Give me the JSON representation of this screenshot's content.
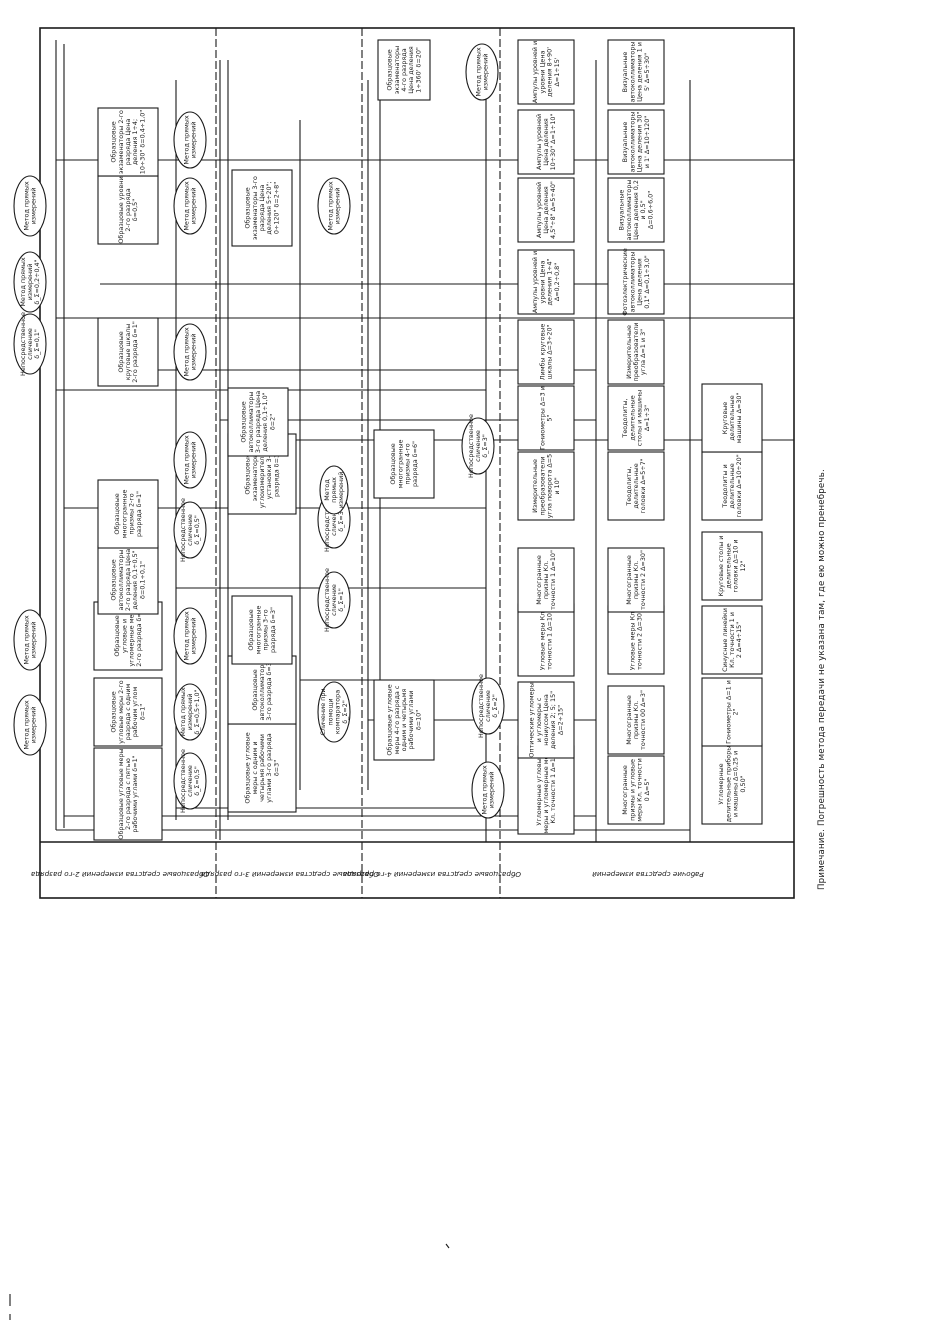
{
  "note": "Примечание. Погрешность метода передачи не указана там, где ею можно пренебречь.",
  "row_labels": [
    "Образцовые средства измерений 2-го разряда",
    "Образцовые средства измерений 3-го разряда",
    "Образцовые средства измерений 4-го разряда",
    "Рабочие средства измерений"
  ],
  "top_row_nodes": [
    "Образцовые угловые меры 2-го разряда с пятью рабочими углами δ=1\"",
    "Образцовые угловые меры 2-го разряда с одним рабочим углом δ=1\"",
    "Образцовые угловые и угломерные меры 2-го разряда δ=1\"",
    "Образцовые автоколлиматоры 2-го разряда Цена деления 0,1÷0,5\" δ=0,1÷0,1\"",
    "Образцовые многогранные призмы 2-го разряда δ=1\"",
    "Образцовые круговые шкалы 2-го разряда δ=1\"",
    "Образцовые уровни 2-го разряда δ=0,5\"",
    "Образцовые экзаменаторы 2-го разряда Цена деления 1÷4; 10÷30\" δ=0,4÷1,0\""
  ],
  "top_methods": [
    "Метод прямых измерений",
    "Метод прямых измерений",
    "Непосредственное сличение δ_Σ=0,1\"",
    "Метод прямых измерений δ_Σ=0,2÷0,4\"",
    "Метод прямых измерений"
  ],
  "grade3_methods": [
    "Непосредственное сличение δ_Σ=0,5\"",
    "Метод прямых измерений δ_Σ=0,5÷1,0\"",
    "Метод прямых измерений",
    "Непосредственное сличение δ_Σ=0,5\"",
    "Метод прямых измерений",
    "Метод прямых измерений",
    "Метод прямых измерений",
    "Метод прямых измерений"
  ],
  "grade3_nodes": [
    "Образцовые угловые меры с одним и четырьмя рабочими углами 3-го разряда δ=3\"",
    "Образцовые автоколлиматоры 3-го разряда δ=3\"",
    "Образцовые многогранные призмы 3-го разряда δ=3\"",
    "Образцовые экзаменаторы и углоизмерительные установки 3-го разряда δ=3\"",
    "Образцовые автоколлиматоры 3-го разряда Цена деления 0,1÷1,0\" δ=2\"",
    "Образцовые экзаменаторы 3-го разряда Цена деления 5÷20\"; 0÷120\" δ=2÷8\"",
    "Образцовые экзаменаторы 4-го разряда Цена деления 1÷360' δ=20\""
  ],
  "grade4_methods": [
    "Сличение при помощи компаратора δ_Σ=2\"",
    "Непосредственное сличение δ_Σ=1\"",
    "Непосредственное сличение δ_Σ=3\"",
    "Метод прямых измерений",
    "Метод прямых измерений",
    "Метод прямых измерений",
    "Непосредственное сличение δ_Σ=2\"",
    "Метод прямых измерений"
  ],
  "grade4_nodes": [
    "Образцовые угловые меры 4-го разряда с одним и четырьмя рабочими углами δ=10\"",
    "Образцовые многогранные призмы 4-го разряда δ=6\""
  ],
  "working_row1": [
    "Угломерные угловые меры и угломерные меры Кл. точности 1 Δ=1'",
    "Оптические угломеры и угломеры с нониусом Цена деления 2; 5; 15\" Δ=2÷15\"",
    "Угловые меры Кл. точности 1 Δ=10\"",
    "Многогранные призмы Кл. точности 1 Δ=10\"",
    "Измерительные преобразователи угла поворота Δ=5 и 10\"",
    "Гониометры Δ=3 и 5\"",
    "Лимбы круговые шкалы Δ=3÷20\"",
    "Ампулы уровней и уровни Цена деления 1÷4\" Δ=0,2÷0,8\"",
    "Ампулы уровней Цена деления 4,5\"÷8\" Δ=5÷40\"",
    "Ампулы уровней Цена деления 10÷30\" Δ=1÷10\"",
    "Ампулы уровней и уровни Цена деления 8÷90' Δ=1÷15'"
  ],
  "working_row2": [
    "Многогранные призмы и угловые меры Кл. точности 0 Δ=5\"",
    "Многогранные призмы Кл. точности 00 Δ=3\"",
    "Угловые меры Кл. точности 2 Δ=30\"",
    "Многогранные призмы Кл. точности 2 Δ=30\"",
    "Теодолиты, делительные головки Δ=5÷7\"",
    "Теодолиты, делительные столы и машины Δ=1÷3\"",
    "Измерительные преобразователи угла Δ=1 и 3\"",
    "Фотоэлектрические автоколлиматоры Цена деления 0,1\" Δ=0,1÷3,0\"",
    "Визуальные автоколлиматоры Цена деления 0,2 и 0,5\" Δ=0,6÷6,0\"",
    "Визуальные автоколлиматоры Цена деления 30\" и 1' Δ=10÷120\"",
    "Визуальные автоколлиматоры Цена деления 1 и 5' Δ=5÷30\""
  ],
  "working_row3": [
    "Угломерные делительные приборы и машины Δ=0,25 и 0,50\"",
    "Гониометры Δ=1 и 2\"",
    "Синусные линейки Кл. точности 1 и 2 Δ=4÷15\"",
    "Круговые столы и делительные головки Δ=10 и 12\"",
    "Теодолиты и делительные головки Δ=10÷20\"",
    "Круговые делительные машины Δ=30\""
  ]
}
